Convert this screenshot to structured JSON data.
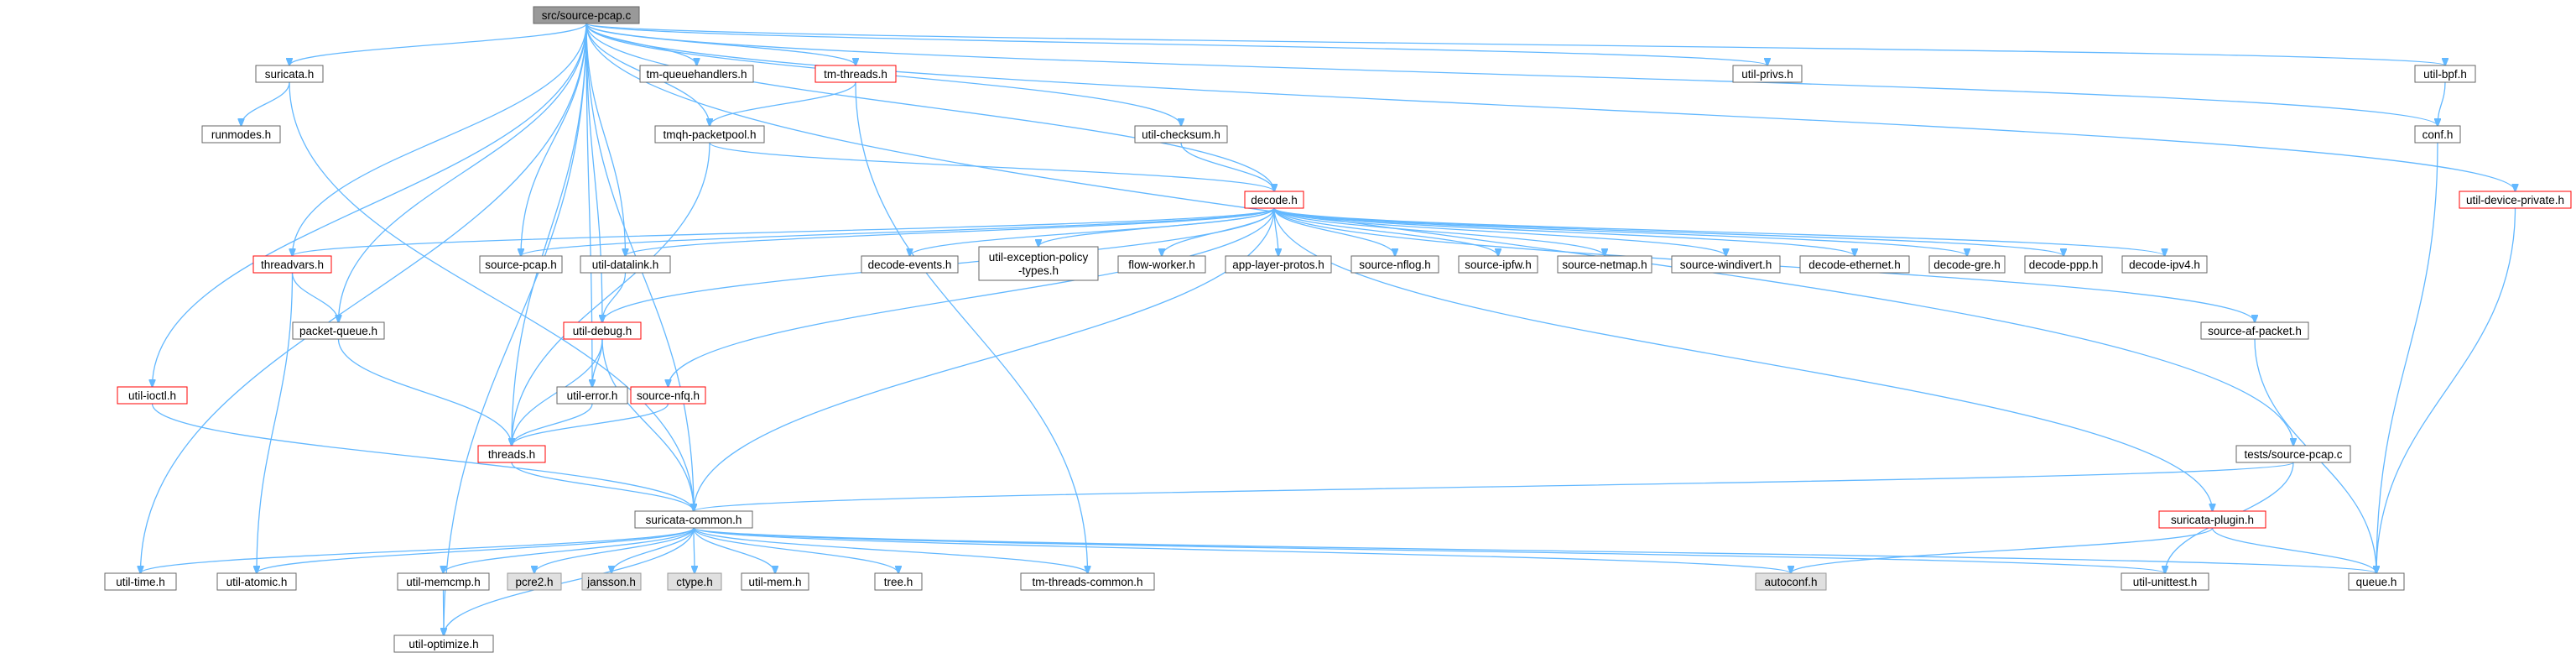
{
  "graph": {
    "colors": {
      "edge": "#63b8ff",
      "root_fill": "#999999",
      "node_border": "#666666",
      "red_border": "#ff0000",
      "gray_fill": "#e0e0e0"
    },
    "nodes": [
      {
        "id": "root",
        "lines": [
          "src/source-pcap.c"
        ],
        "kind": "root"
      },
      {
        "id": "suricata",
        "lines": [
          "suricata.h"
        ],
        "kind": "normal"
      },
      {
        "id": "tmqueuehandlers",
        "lines": [
          "tm-queuehandlers.h"
        ],
        "kind": "normal"
      },
      {
        "id": "tmthreads",
        "lines": [
          "tm-threads.h"
        ],
        "kind": "red"
      },
      {
        "id": "utilprivs",
        "lines": [
          "util-privs.h"
        ],
        "kind": "normal"
      },
      {
        "id": "utilbpf",
        "lines": [
          "util-bpf.h"
        ],
        "kind": "normal"
      },
      {
        "id": "runmodes",
        "lines": [
          "runmodes.h"
        ],
        "kind": "normal"
      },
      {
        "id": "tmqhpacketpool",
        "lines": [
          "tmqh-packetpool.h"
        ],
        "kind": "normal"
      },
      {
        "id": "utilchecksum",
        "lines": [
          "util-checksum.h"
        ],
        "kind": "normal"
      },
      {
        "id": "conf",
        "lines": [
          "conf.h"
        ],
        "kind": "normal"
      },
      {
        "id": "decode",
        "lines": [
          "decode.h"
        ],
        "kind": "red"
      },
      {
        "id": "utildeviceprivate",
        "lines": [
          "util-device-private.h"
        ],
        "kind": "red"
      },
      {
        "id": "threadvars",
        "lines": [
          "threadvars.h"
        ],
        "kind": "red"
      },
      {
        "id": "sourcepcaph",
        "lines": [
          "source-pcap.h"
        ],
        "kind": "normal"
      },
      {
        "id": "utildatalink",
        "lines": [
          "util-datalink.h"
        ],
        "kind": "normal"
      },
      {
        "id": "decodeevents",
        "lines": [
          "decode-events.h"
        ],
        "kind": "normal"
      },
      {
        "id": "utilexception",
        "lines": [
          "util-exception-policy",
          "-types.h"
        ],
        "kind": "normal"
      },
      {
        "id": "flowworker",
        "lines": [
          "flow-worker.h"
        ],
        "kind": "normal"
      },
      {
        "id": "applayerprotos",
        "lines": [
          "app-layer-protos.h"
        ],
        "kind": "normal"
      },
      {
        "id": "sourcenflog",
        "lines": [
          "source-nflog.h"
        ],
        "kind": "normal"
      },
      {
        "id": "sourceipfw",
        "lines": [
          "source-ipfw.h"
        ],
        "kind": "normal"
      },
      {
        "id": "sourcenetmap",
        "lines": [
          "source-netmap.h"
        ],
        "kind": "normal"
      },
      {
        "id": "sourcewindivert",
        "lines": [
          "source-windivert.h"
        ],
        "kind": "normal"
      },
      {
        "id": "decodeethernet",
        "lines": [
          "decode-ethernet.h"
        ],
        "kind": "normal"
      },
      {
        "id": "decodegre",
        "lines": [
          "decode-gre.h"
        ],
        "kind": "normal"
      },
      {
        "id": "decodeppp",
        "lines": [
          "decode-ppp.h"
        ],
        "kind": "normal"
      },
      {
        "id": "decodeipv4",
        "lines": [
          "decode-ipv4.h"
        ],
        "kind": "normal"
      },
      {
        "id": "packetqueue",
        "lines": [
          "packet-queue.h"
        ],
        "kind": "normal"
      },
      {
        "id": "utildebug",
        "lines": [
          "util-debug.h"
        ],
        "kind": "red"
      },
      {
        "id": "sourceafpacket",
        "lines": [
          "source-af-packet.h"
        ],
        "kind": "normal"
      },
      {
        "id": "utilioctl",
        "lines": [
          "util-ioctl.h"
        ],
        "kind": "red"
      },
      {
        "id": "utilerror",
        "lines": [
          "util-error.h"
        ],
        "kind": "normal"
      },
      {
        "id": "sourcenfq",
        "lines": [
          "source-nfq.h"
        ],
        "kind": "red"
      },
      {
        "id": "threads",
        "lines": [
          "threads.h"
        ],
        "kind": "red"
      },
      {
        "id": "testssourcepcap",
        "lines": [
          "tests/source-pcap.c"
        ],
        "kind": "normal"
      },
      {
        "id": "suricatacommon",
        "lines": [
          "suricata-common.h"
        ],
        "kind": "normal"
      },
      {
        "id": "suricataplugin",
        "lines": [
          "suricata-plugin.h"
        ],
        "kind": "red"
      },
      {
        "id": "utiltime",
        "lines": [
          "util-time.h"
        ],
        "kind": "normal"
      },
      {
        "id": "utilatomic",
        "lines": [
          "util-atomic.h"
        ],
        "kind": "normal"
      },
      {
        "id": "utilmemcmp",
        "lines": [
          "util-memcmp.h"
        ],
        "kind": "normal"
      },
      {
        "id": "pcre2",
        "lines": [
          "pcre2.h"
        ],
        "kind": "gray"
      },
      {
        "id": "jansson",
        "lines": [
          "jansson.h"
        ],
        "kind": "gray"
      },
      {
        "id": "ctype",
        "lines": [
          "ctype.h"
        ],
        "kind": "gray"
      },
      {
        "id": "utilmem",
        "lines": [
          "util-mem.h"
        ],
        "kind": "normal"
      },
      {
        "id": "tree",
        "lines": [
          "tree.h"
        ],
        "kind": "normal"
      },
      {
        "id": "tmthreadscommon",
        "lines": [
          "tm-threads-common.h"
        ],
        "kind": "normal"
      },
      {
        "id": "autoconf",
        "lines": [
          "autoconf.h"
        ],
        "kind": "gray"
      },
      {
        "id": "utilunittest",
        "lines": [
          "util-unittest.h"
        ],
        "kind": "normal"
      },
      {
        "id": "queue",
        "lines": [
          "queue.h"
        ],
        "kind": "normal"
      },
      {
        "id": "utiloptimize",
        "lines": [
          "util-optimize.h"
        ],
        "kind": "normal"
      }
    ],
    "edges": [
      [
        "root",
        "suricata"
      ],
      [
        "root",
        "tmqueuehandlers"
      ],
      [
        "root",
        "tmthreads"
      ],
      [
        "root",
        "utilprivs"
      ],
      [
        "root",
        "utilbpf"
      ],
      [
        "root",
        "conf"
      ],
      [
        "root",
        "utildeviceprivate"
      ],
      [
        "root",
        "tmqhpacketpool"
      ],
      [
        "root",
        "utilchecksum"
      ],
      [
        "root",
        "decode"
      ],
      [
        "root",
        "threadvars"
      ],
      [
        "root",
        "sourcepcaph"
      ],
      [
        "root",
        "utildatalink"
      ],
      [
        "root",
        "packetqueue"
      ],
      [
        "root",
        "utildebug"
      ],
      [
        "root",
        "utilioctl"
      ],
      [
        "root",
        "utilerror"
      ],
      [
        "root",
        "threads"
      ],
      [
        "root",
        "testssourcepcap"
      ],
      [
        "root",
        "suricatacommon"
      ],
      [
        "root",
        "utiltime"
      ],
      [
        "root",
        "utiloptimize"
      ],
      [
        "suricata",
        "runmodes"
      ],
      [
        "suricata",
        "suricatacommon"
      ],
      [
        "tmthreads",
        "tmqhpacketpool"
      ],
      [
        "tmthreads",
        "tmthreadscommon"
      ],
      [
        "utilbpf",
        "conf"
      ],
      [
        "conf",
        "queue"
      ],
      [
        "tmqhpacketpool",
        "decode"
      ],
      [
        "tmqhpacketpool",
        "threads"
      ],
      [
        "utilchecksum",
        "decode"
      ],
      [
        "utildeviceprivate",
        "queue"
      ],
      [
        "decode",
        "threadvars"
      ],
      [
        "decode",
        "sourcepcaph"
      ],
      [
        "decode",
        "utildatalink"
      ],
      [
        "decode",
        "decodeevents"
      ],
      [
        "decode",
        "utilexception"
      ],
      [
        "decode",
        "flowworker"
      ],
      [
        "decode",
        "applayerprotos"
      ],
      [
        "decode",
        "sourcenflog"
      ],
      [
        "decode",
        "sourceipfw"
      ],
      [
        "decode",
        "sourcenetmap"
      ],
      [
        "decode",
        "sourcewindivert"
      ],
      [
        "decode",
        "decodeethernet"
      ],
      [
        "decode",
        "decodegre"
      ],
      [
        "decode",
        "decodeppp"
      ],
      [
        "decode",
        "decodeipv4"
      ],
      [
        "decode",
        "utildebug"
      ],
      [
        "decode",
        "sourceafpacket"
      ],
      [
        "decode",
        "sourcenfq"
      ],
      [
        "decode",
        "suricatacommon"
      ],
      [
        "decode",
        "suricataplugin"
      ],
      [
        "threadvars",
        "packetqueue"
      ],
      [
        "threadvars",
        "utilatomic"
      ],
      [
        "utildatalink",
        "utildebug"
      ],
      [
        "packetqueue",
        "threads"
      ],
      [
        "utildebug",
        "utilerror"
      ],
      [
        "utildebug",
        "threads"
      ],
      [
        "utildebug",
        "suricatacommon"
      ],
      [
        "sourceafpacket",
        "queue"
      ],
      [
        "utilioctl",
        "suricatacommon"
      ],
      [
        "utilerror",
        "threads"
      ],
      [
        "sourcenfq",
        "threads"
      ],
      [
        "threads",
        "suricatacommon"
      ],
      [
        "testssourcepcap",
        "suricatacommon"
      ],
      [
        "testssourcepcap",
        "utilunittest"
      ],
      [
        "suricataplugin",
        "autoconf"
      ],
      [
        "suricataplugin",
        "queue"
      ],
      [
        "suricatacommon",
        "utiltime"
      ],
      [
        "suricatacommon",
        "utilatomic"
      ],
      [
        "suricatacommon",
        "utilmemcmp"
      ],
      [
        "suricatacommon",
        "pcre2"
      ],
      [
        "suricatacommon",
        "jansson"
      ],
      [
        "suricatacommon",
        "ctype"
      ],
      [
        "suricatacommon",
        "utilmem"
      ],
      [
        "suricatacommon",
        "tree"
      ],
      [
        "suricatacommon",
        "tmthreadscommon"
      ],
      [
        "suricatacommon",
        "autoconf"
      ],
      [
        "suricatacommon",
        "utilunittest"
      ],
      [
        "suricatacommon",
        "queue"
      ],
      [
        "suricatacommon",
        "utiloptimize"
      ],
      [
        "utilmemcmp",
        "utiloptimize"
      ]
    ]
  }
}
